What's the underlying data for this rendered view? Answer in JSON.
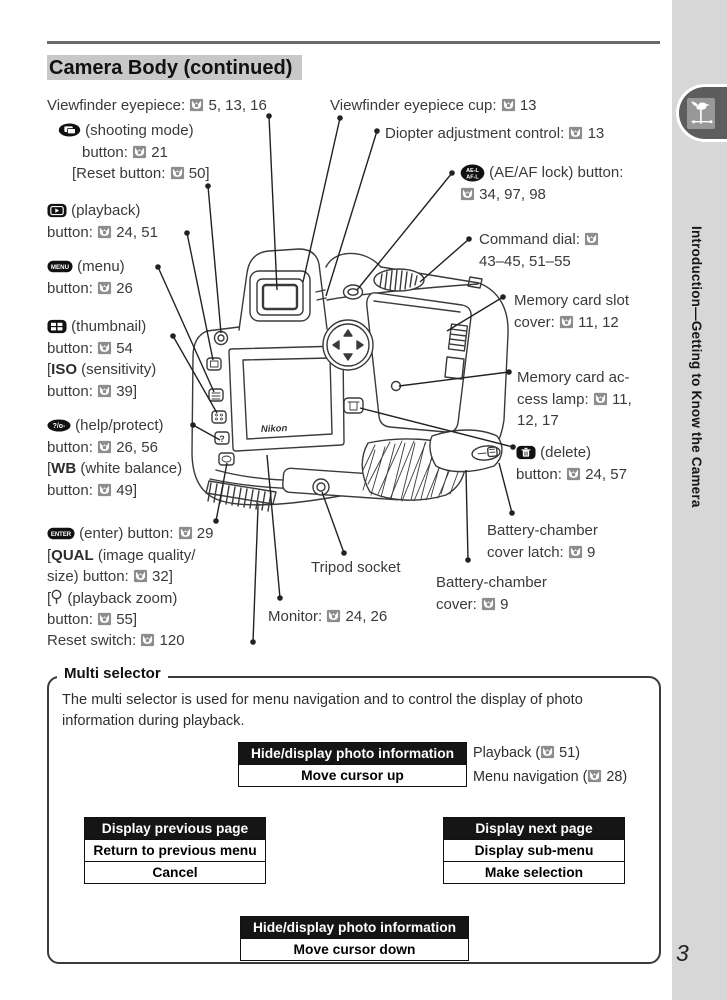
{
  "header": {
    "title": "Camera Body (continued)"
  },
  "sidebar": {
    "chapter": "Introduction—Getting to Know the Camera"
  },
  "page": {
    "number": "3"
  },
  "colors": {
    "title_highlight": "#c8c8c8",
    "sidebar_band": "#d7d7d7",
    "sidebar_tab": "#5d5d5d",
    "table_header_bg": "#151515",
    "body_text": "#3a3a3a",
    "ref_icon_bg": "#8d8d8d"
  },
  "icons": {
    "ref": "page-reference-icon",
    "shooting": "shooting-mode-button-icon",
    "playback": "playback-button-icon",
    "menu": "menu-button-icon",
    "thumbnail": "thumbnail-button-icon",
    "help": "help-protect-button-icon",
    "enter": "enter-button-icon",
    "aeafl": "ae-af-lock-button-icon",
    "delete": "delete-button-icon",
    "mag": "playback-zoom-magnifier-icon",
    "chapter": "rooster-weathervane-icon"
  },
  "callouts": {
    "viewfinder_eyepiece": [
      [
        "Viewfinder eyepiece: ",
        {
          "i": "ref"
        },
        " 5, 13, 16"
      ]
    ],
    "eyepiece_cup": [
      [
        "Viewfinder eyepiece cup: ",
        {
          "i": "ref"
        },
        " 13"
      ]
    ],
    "diopter": [
      [
        "Diopter adjustment control: ",
        {
          "i": "ref"
        },
        " 13"
      ]
    ],
    "shooting_mode": [
      [
        {
          "i": "shooting"
        },
        " (shooting mode)"
      ],
      [
        "button: ",
        {
          "i": "ref"
        },
        " 21"
      ],
      [
        "[Reset button: ",
        {
          "i": "ref"
        },
        " 50]"
      ]
    ],
    "playback": [
      [
        {
          "i": "playback"
        },
        " (playback)"
      ],
      [
        "button: ",
        {
          "i": "ref"
        },
        " 24, 51"
      ]
    ],
    "menu": [
      [
        {
          "i": "menu"
        },
        " (menu)"
      ],
      [
        "button: ",
        {
          "i": "ref"
        },
        " 26"
      ]
    ],
    "thumbnail": [
      [
        {
          "i": "thumbnail"
        },
        " (thumbnail)"
      ],
      [
        "button: ",
        {
          "i": "ref"
        },
        " 54"
      ],
      [
        "[",
        {
          "b": "ISO"
        },
        " (sensitivity)"
      ],
      [
        "button: ",
        {
          "i": "ref"
        },
        " 39]"
      ]
    ],
    "help_protect": [
      [
        {
          "i": "help"
        },
        " (help/protect)"
      ],
      [
        "button: ",
        {
          "i": "ref"
        },
        " 26, 56"
      ],
      [
        "[",
        {
          "b": "WB"
        },
        " (white balance)"
      ],
      [
        "button: ",
        {
          "i": "ref"
        },
        " 49]"
      ]
    ],
    "enter": [
      [
        {
          "i": "enter"
        },
        " (enter) button: ",
        {
          "i": "ref"
        },
        " 29"
      ],
      [
        "[",
        {
          "b": "QUAL"
        },
        " (image quality/"
      ],
      [
        "size) button: ",
        {
          "i": "ref"
        },
        " 32]"
      ],
      [
        "[",
        {
          "i": "mag"
        },
        " (playback zoom)"
      ],
      [
        "button: ",
        {
          "i": "ref"
        },
        " 55]"
      ]
    ],
    "reset_switch": [
      [
        "Reset switch: ",
        {
          "i": "ref"
        },
        " 120"
      ]
    ],
    "aeaf_lock": [
      [
        {
          "i": "aeafl"
        },
        " (AE/AF lock) button:"
      ],
      [
        {
          "i": "ref"
        },
        " 34, 97, 98"
      ]
    ],
    "command_dial": [
      [
        "Command dial: ",
        {
          "i": "ref"
        }
      ],
      [
        "43–45, 51–55"
      ]
    ],
    "card_slot_cover": [
      [
        "Memory card slot"
      ],
      [
        "cover: ",
        {
          "i": "ref"
        },
        " 11, 12"
      ]
    ],
    "access_lamp": [
      [
        "Memory card ac-"
      ],
      [
        "cess lamp: ",
        {
          "i": "ref"
        },
        " 11,"
      ],
      [
        "12, 17"
      ]
    ],
    "delete": [
      [
        {
          "i": "delete"
        },
        " (delete)"
      ],
      [
        "button: ",
        {
          "i": "ref"
        },
        " 24, 57"
      ]
    ],
    "battery_latch": [
      [
        "Battery-chamber"
      ],
      [
        "cover latch: ",
        {
          "i": "ref"
        },
        " 9"
      ]
    ],
    "battery_cover": [
      [
        "Battery-chamber"
      ],
      [
        "cover: ",
        {
          "i": "ref"
        },
        " 9"
      ]
    ],
    "tripod_socket": [
      [
        "Tripod socket"
      ]
    ],
    "monitor": [
      [
        "Monitor: ",
        {
          "i": "ref"
        },
        " 24, 26"
      ]
    ]
  },
  "multi_selector": {
    "title": "Multi selector",
    "description": "The multi selector is used for menu navigation and to control the display of photo information during playback.",
    "up": {
      "header": "Hide/display photo information",
      "rows": [
        "Move cursor up"
      ]
    },
    "left": {
      "header": "Display previous page",
      "rows": [
        "Return to previous menu",
        "Cancel"
      ]
    },
    "right": {
      "header": "Display next page",
      "rows": [
        "Display sub-menu",
        "Make selection"
      ]
    },
    "down": {
      "header": "Hide/display photo information",
      "rows": [
        "Move cursor down"
      ]
    },
    "notes": [
      [
        "Playback (",
        {
          "i": "ref"
        },
        " 51)"
      ],
      [
        "Menu navigation (",
        {
          "i": "ref"
        },
        " 28)"
      ]
    ]
  }
}
